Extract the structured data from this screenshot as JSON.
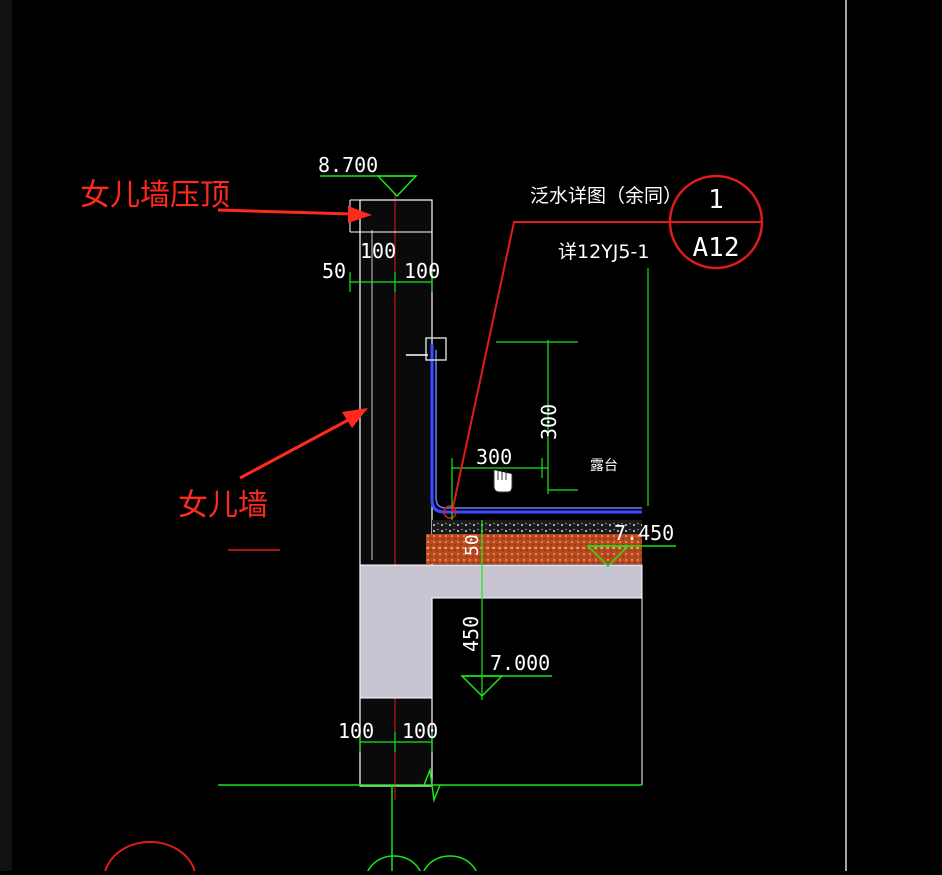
{
  "annotations": {
    "coping_label": "女儿墙压顶",
    "wall_label": "女儿墙"
  },
  "detail_callout": {
    "title": "泛水详图（余同）",
    "reference": "详12YJ5-1",
    "bubble_number": "1",
    "bubble_sheet": "A12"
  },
  "elevations": {
    "top": "8.700",
    "roof": "7.450",
    "floor": "7.000"
  },
  "dimensions": {
    "coping_width": "100",
    "left_offset": "50",
    "right_offset": "100",
    "flashing_height": "300",
    "flashing_width": "300",
    "layer_thickness": "50",
    "slab_drop": "450",
    "base_left": "100",
    "base_right": "100"
  },
  "room_label": "露台",
  "colors": {
    "background": "#000000",
    "annotation": "#ff2a1e",
    "cad_green": "#19e619",
    "cad_white": "#ffffff",
    "cad_red": "#e01b1b",
    "cad_blue": "#3a4cff",
    "slab_fill": "#c9c4d2",
    "insulation": "#c8552a"
  }
}
